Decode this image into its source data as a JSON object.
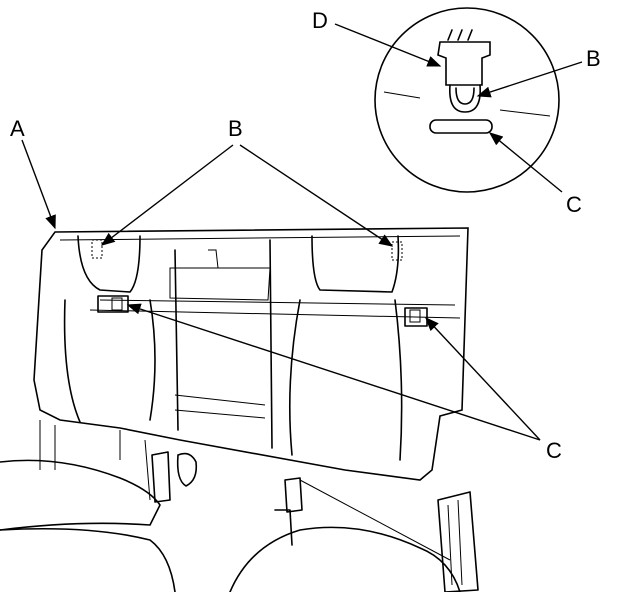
{
  "callouts": {
    "a": "A",
    "b_main": "B",
    "b_detail": "B",
    "c_main": "C",
    "c_detail": "C",
    "d_detail": "D"
  },
  "colors": {
    "ink": "#000000",
    "paper": "#ffffff"
  }
}
